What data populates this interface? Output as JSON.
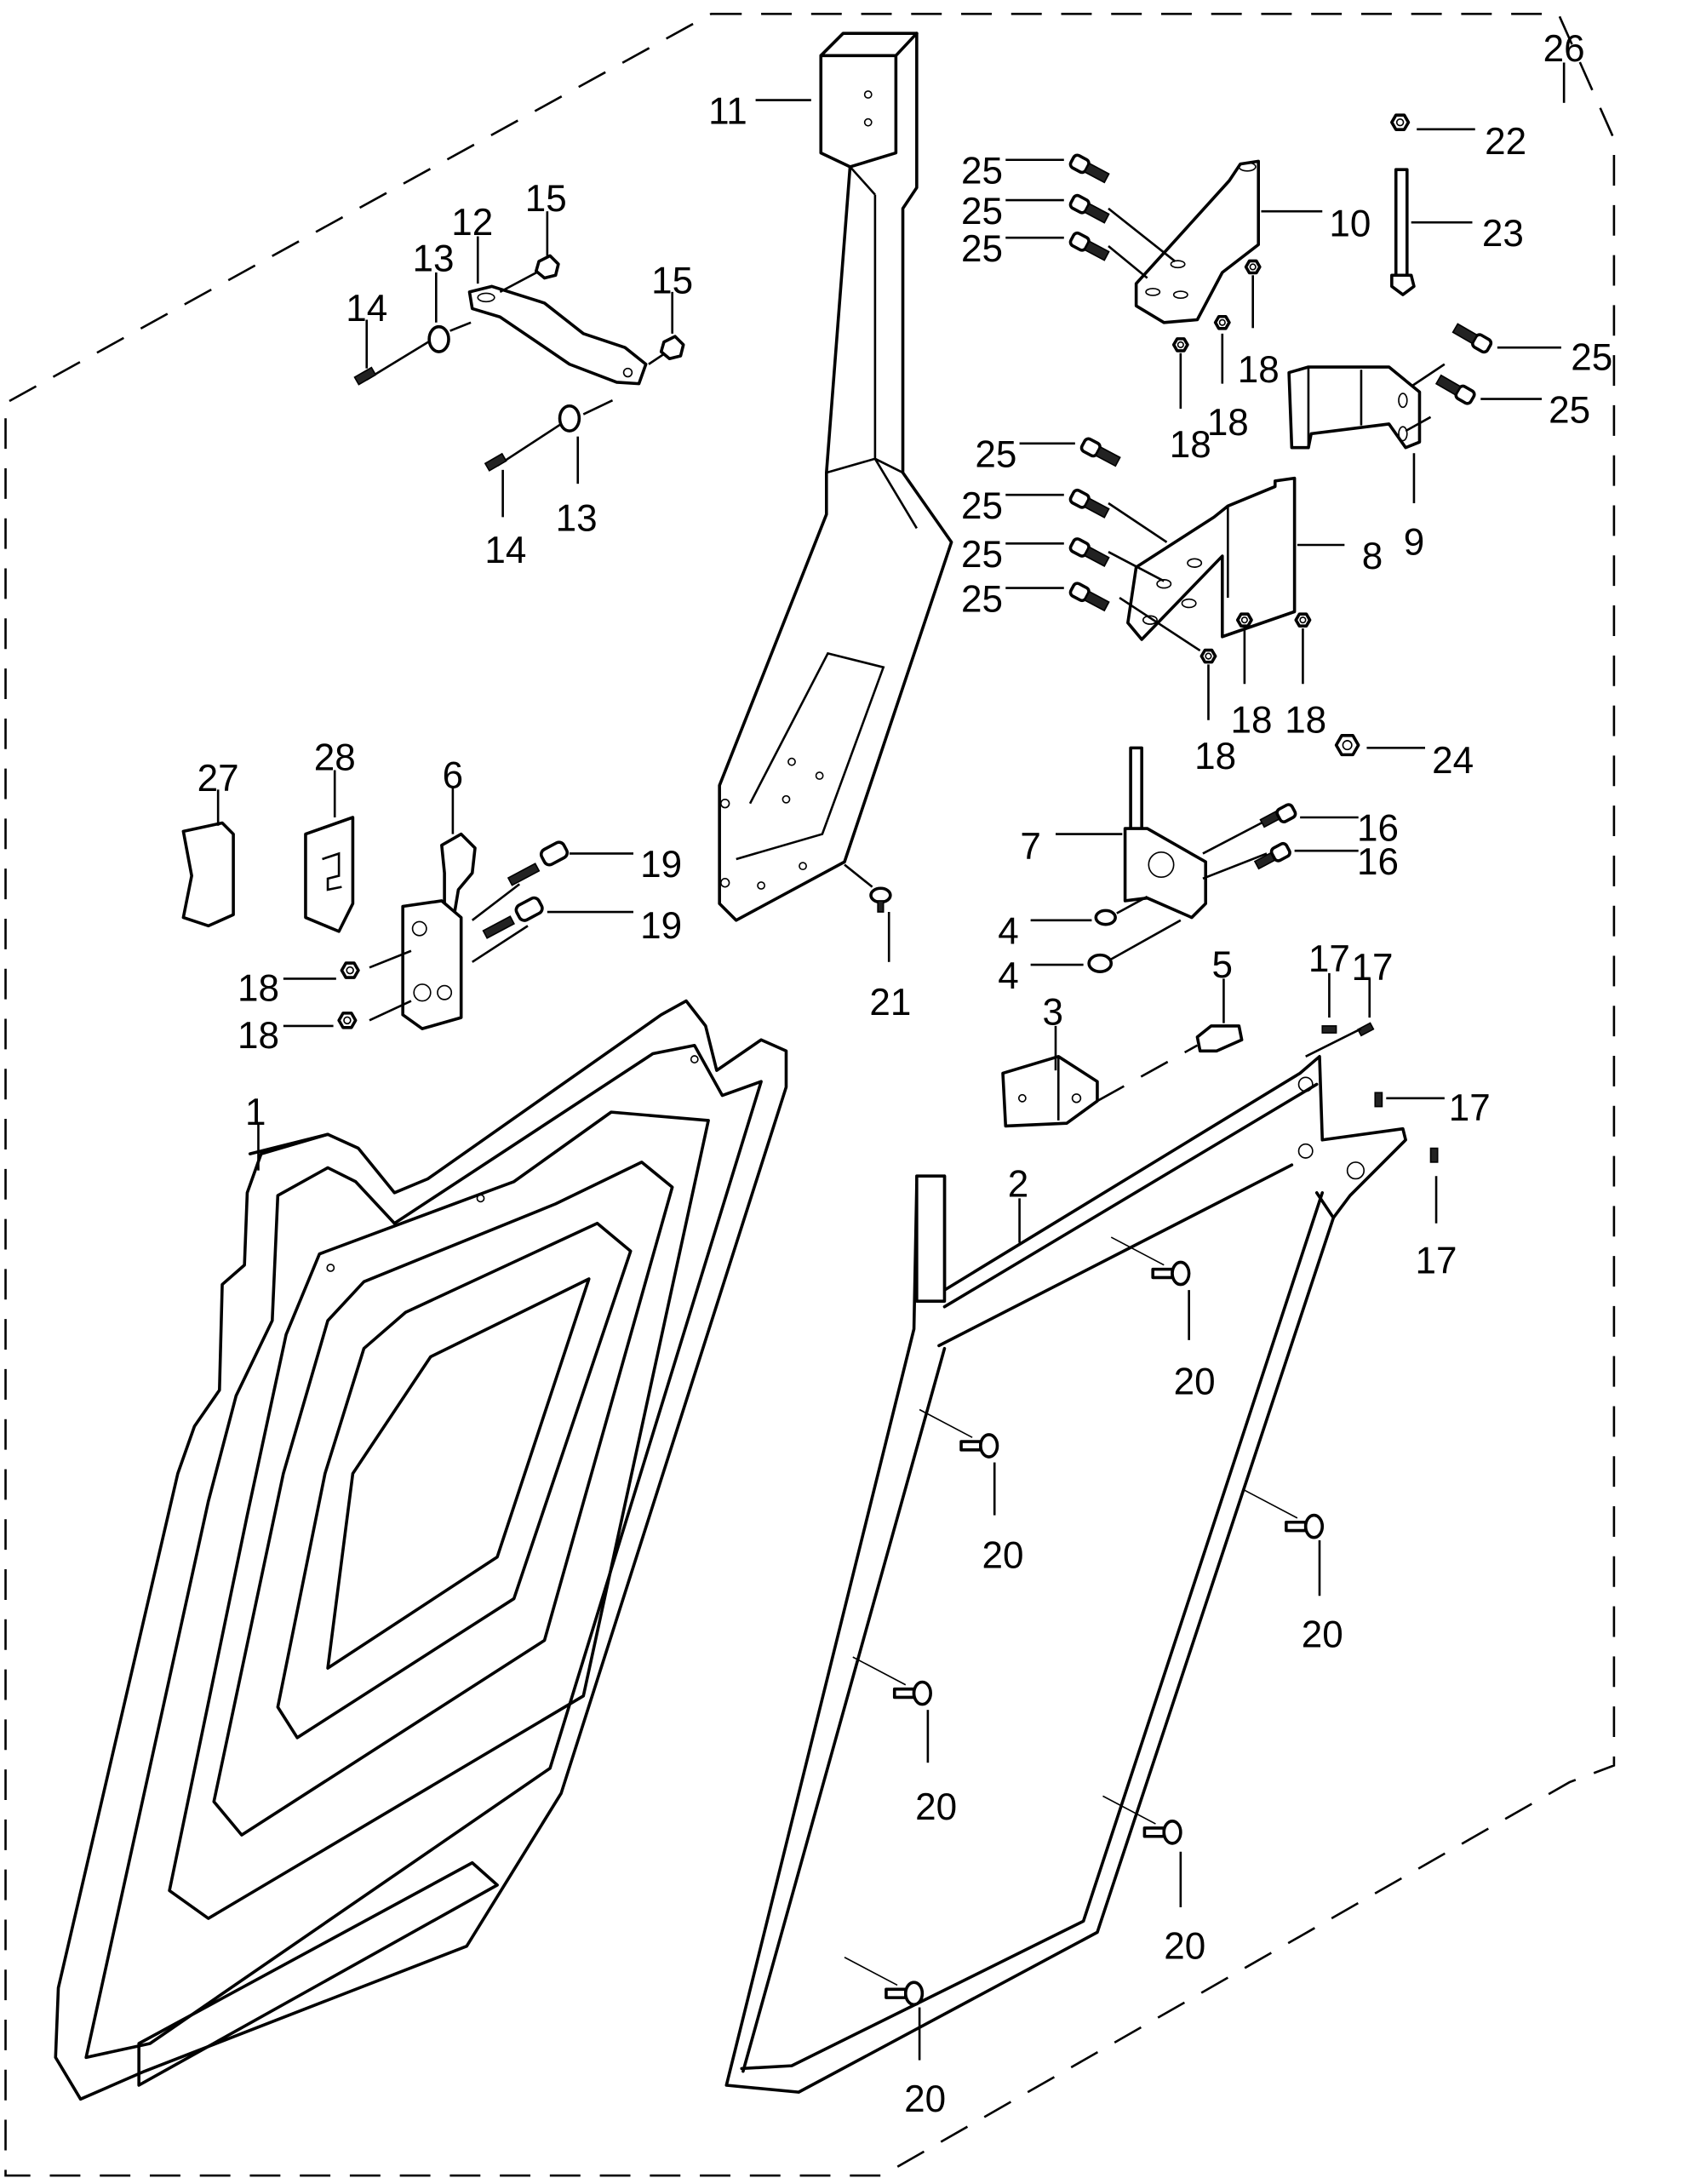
{
  "diagram": {
    "title": "Door assembly exploded parts view",
    "callouts": [
      {
        "id": "c1",
        "label": "1",
        "part": "door-panel"
      },
      {
        "id": "c2",
        "label": "2",
        "part": "door-frame"
      },
      {
        "id": "c3",
        "label": "3",
        "part": "angle-bracket"
      },
      {
        "id": "c4a",
        "label": "4",
        "part": "washer"
      },
      {
        "id": "c4b",
        "label": "4",
        "part": "washer"
      },
      {
        "id": "c5",
        "label": "5",
        "part": "striker-pin"
      },
      {
        "id": "c6",
        "label": "6",
        "part": "latch-handle"
      },
      {
        "id": "c7",
        "label": "7",
        "part": "hinge-pin-plate"
      },
      {
        "id": "c8",
        "label": "8",
        "part": "lower-hinge"
      },
      {
        "id": "c9",
        "label": "9",
        "part": "middle-hinge"
      },
      {
        "id": "c10",
        "label": "10",
        "part": "upper-hinge"
      },
      {
        "id": "c11",
        "label": "11",
        "part": "door-post"
      },
      {
        "id": "c12",
        "label": "12",
        "part": "check-strap"
      },
      {
        "id": "c13a",
        "label": "13",
        "part": "spacer"
      },
      {
        "id": "c13b",
        "label": "13",
        "part": "spacer"
      },
      {
        "id": "c14a",
        "label": "14",
        "part": "bolt"
      },
      {
        "id": "c14b",
        "label": "14",
        "part": "bolt"
      },
      {
        "id": "c15a",
        "label": "15",
        "part": "nut"
      },
      {
        "id": "c15b",
        "label": "15",
        "part": "nut"
      },
      {
        "id": "c16a",
        "label": "16",
        "part": "bolt"
      },
      {
        "id": "c16b",
        "label": "16",
        "part": "bolt"
      },
      {
        "id": "c17a",
        "label": "17",
        "part": "screw"
      },
      {
        "id": "c17b",
        "label": "17",
        "part": "screw"
      },
      {
        "id": "c17c",
        "label": "17",
        "part": "screw"
      },
      {
        "id": "c17d",
        "label": "17",
        "part": "screw"
      },
      {
        "id": "c18a",
        "label": "18",
        "part": "nut"
      },
      {
        "id": "c18b",
        "label": "18",
        "part": "nut"
      },
      {
        "id": "c18c",
        "label": "18",
        "part": "nut"
      },
      {
        "id": "c18d",
        "label": "18",
        "part": "nut"
      },
      {
        "id": "c18e",
        "label": "18",
        "part": "nut"
      },
      {
        "id": "c18f",
        "label": "18",
        "part": "nut"
      },
      {
        "id": "c18g",
        "label": "18",
        "part": "nut"
      },
      {
        "id": "c18h",
        "label": "18",
        "part": "nut"
      },
      {
        "id": "c19a",
        "label": "19",
        "part": "bolt"
      },
      {
        "id": "c19b",
        "label": "19",
        "part": "bolt"
      },
      {
        "id": "c20a",
        "label": "20",
        "part": "rivet"
      },
      {
        "id": "c20b",
        "label": "20",
        "part": "rivet"
      },
      {
        "id": "c20c",
        "label": "20",
        "part": "rivet"
      },
      {
        "id": "c20d",
        "label": "20",
        "part": "rivet"
      },
      {
        "id": "c20e",
        "label": "20",
        "part": "rivet"
      },
      {
        "id": "c20f",
        "label": "20",
        "part": "rivet"
      },
      {
        "id": "c21",
        "label": "21",
        "part": "screw"
      },
      {
        "id": "c22",
        "label": "22",
        "part": "nut"
      },
      {
        "id": "c23",
        "label": "23",
        "part": "long-bolt"
      },
      {
        "id": "c24",
        "label": "24",
        "part": "flange-nut"
      },
      {
        "id": "c25a",
        "label": "25",
        "part": "bolt"
      },
      {
        "id": "c25b",
        "label": "25",
        "part": "bolt"
      },
      {
        "id": "c25c",
        "label": "25",
        "part": "bolt"
      },
      {
        "id": "c25d",
        "label": "25",
        "part": "bolt"
      },
      {
        "id": "c25e",
        "label": "25",
        "part": "bolt"
      },
      {
        "id": "c25f",
        "label": "25",
        "part": "bolt"
      },
      {
        "id": "c25g",
        "label": "25",
        "part": "bolt"
      },
      {
        "id": "c25h",
        "label": "25",
        "part": "bolt"
      },
      {
        "id": "c25i",
        "label": "25",
        "part": "bolt"
      },
      {
        "id": "c26",
        "label": "26",
        "part": "assembly-boundary"
      },
      {
        "id": "c27",
        "label": "27",
        "part": "bumper"
      },
      {
        "id": "c28",
        "label": "28",
        "part": "latch-cover"
      }
    ]
  }
}
